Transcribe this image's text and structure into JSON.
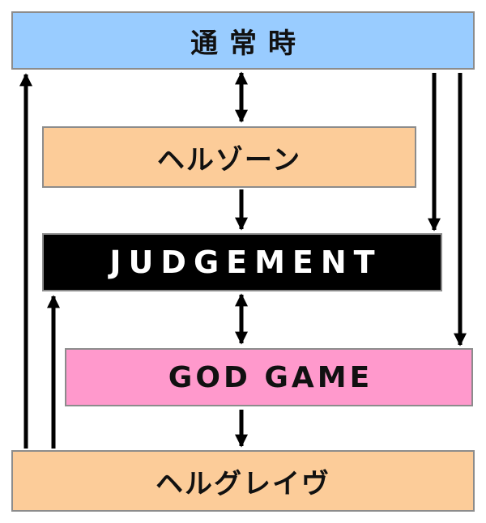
{
  "nodes": {
    "normal": {
      "label": "通常時"
    },
    "hell_zone": {
      "label": "ヘルゾーン"
    },
    "judgement": {
      "label": "JUDGEMENT"
    },
    "god_game": {
      "label": "GOD GAME"
    },
    "hell_grave": {
      "label": "ヘルグレイヴ"
    }
  },
  "colors": {
    "normal": "#99ccff",
    "hell_zone": "#fccc99",
    "judgement": "#000000",
    "judgement_text": "#ffffff",
    "god_game": "#ff99cc",
    "hell_grave": "#fccc99",
    "border": "#8c8c8c",
    "arrow": "#000000"
  },
  "connections": [
    {
      "from": "normal",
      "to": "hell_zone",
      "direction": "both"
    },
    {
      "from": "hell_zone",
      "to": "judgement",
      "direction": "forward"
    },
    {
      "from": "normal",
      "to": "judgement",
      "direction": "forward"
    },
    {
      "from": "normal",
      "to": "god_game",
      "direction": "forward"
    },
    {
      "from": "judgement",
      "to": "god_game",
      "direction": "both"
    },
    {
      "from": "god_game",
      "to": "hell_grave",
      "direction": "forward"
    },
    {
      "from": "hell_grave",
      "to": "judgement",
      "direction": "forward"
    },
    {
      "from": "hell_grave",
      "to": "normal",
      "direction": "forward"
    }
  ]
}
